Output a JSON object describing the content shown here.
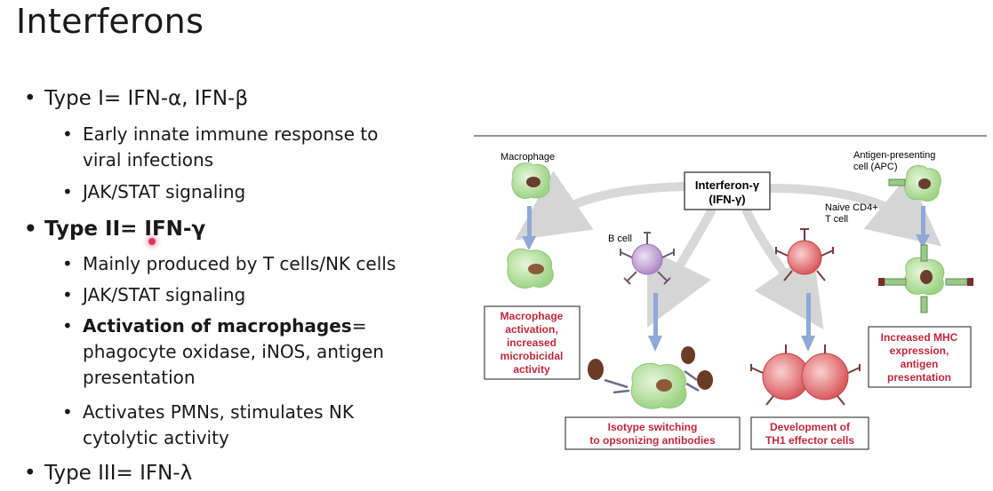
{
  "slide": {
    "title": "Interferons",
    "type1": {
      "label": "Type I= IFN-α, IFN-β",
      "sub": [
        "Early innate immune response to",
        "viral infections",
        "JAK/STAT signaling"
      ]
    },
    "type2": {
      "label": "Type II= IFN-γ",
      "sub1": "Mainly produced by T cells/NK cells",
      "sub2": "JAK/STAT signaling",
      "sub3_bold": "Activation of macrophages",
      "sub3_rest": "=",
      "sub3_line2": "phagocyte oxidase, iNOS, antigen",
      "sub3_line3": "presentation",
      "sub4_line1": "Activates PMNs, stimulates NK",
      "sub4_line2": "cytolytic activity"
    },
    "type3": {
      "label": "Type III= IFN-λ"
    }
  },
  "figure": {
    "center_box": [
      "Interferon-γ",
      "(IFN-γ)"
    ],
    "labels": {
      "macrophage": "Macrophage",
      "apc": [
        "Antigen-presenting",
        "cell (APC)"
      ],
      "bcell": "B cell",
      "naive": [
        "Naive CD4+",
        "T cell"
      ]
    },
    "outcomes": {
      "macrophage": [
        "Macrophage",
        "activation,",
        "increased",
        "microbicidal",
        "activity"
      ],
      "isotype": [
        "Isotype switching",
        "to opsonizing antibodies"
      ],
      "th1": [
        "Development of",
        "TH1 effector cells"
      ],
      "mhc": [
        "Increased MHC",
        "expression,",
        "antigen",
        "presentation"
      ]
    },
    "colors": {
      "outcome_text": "#c0273c",
      "arrow_blue": "#8ea9d6",
      "arrow_gray": "#d5d5d5",
      "macrophage": "#b6e0a0",
      "tcell": "#e47a7a",
      "bcell": "#c6a6d8"
    }
  }
}
